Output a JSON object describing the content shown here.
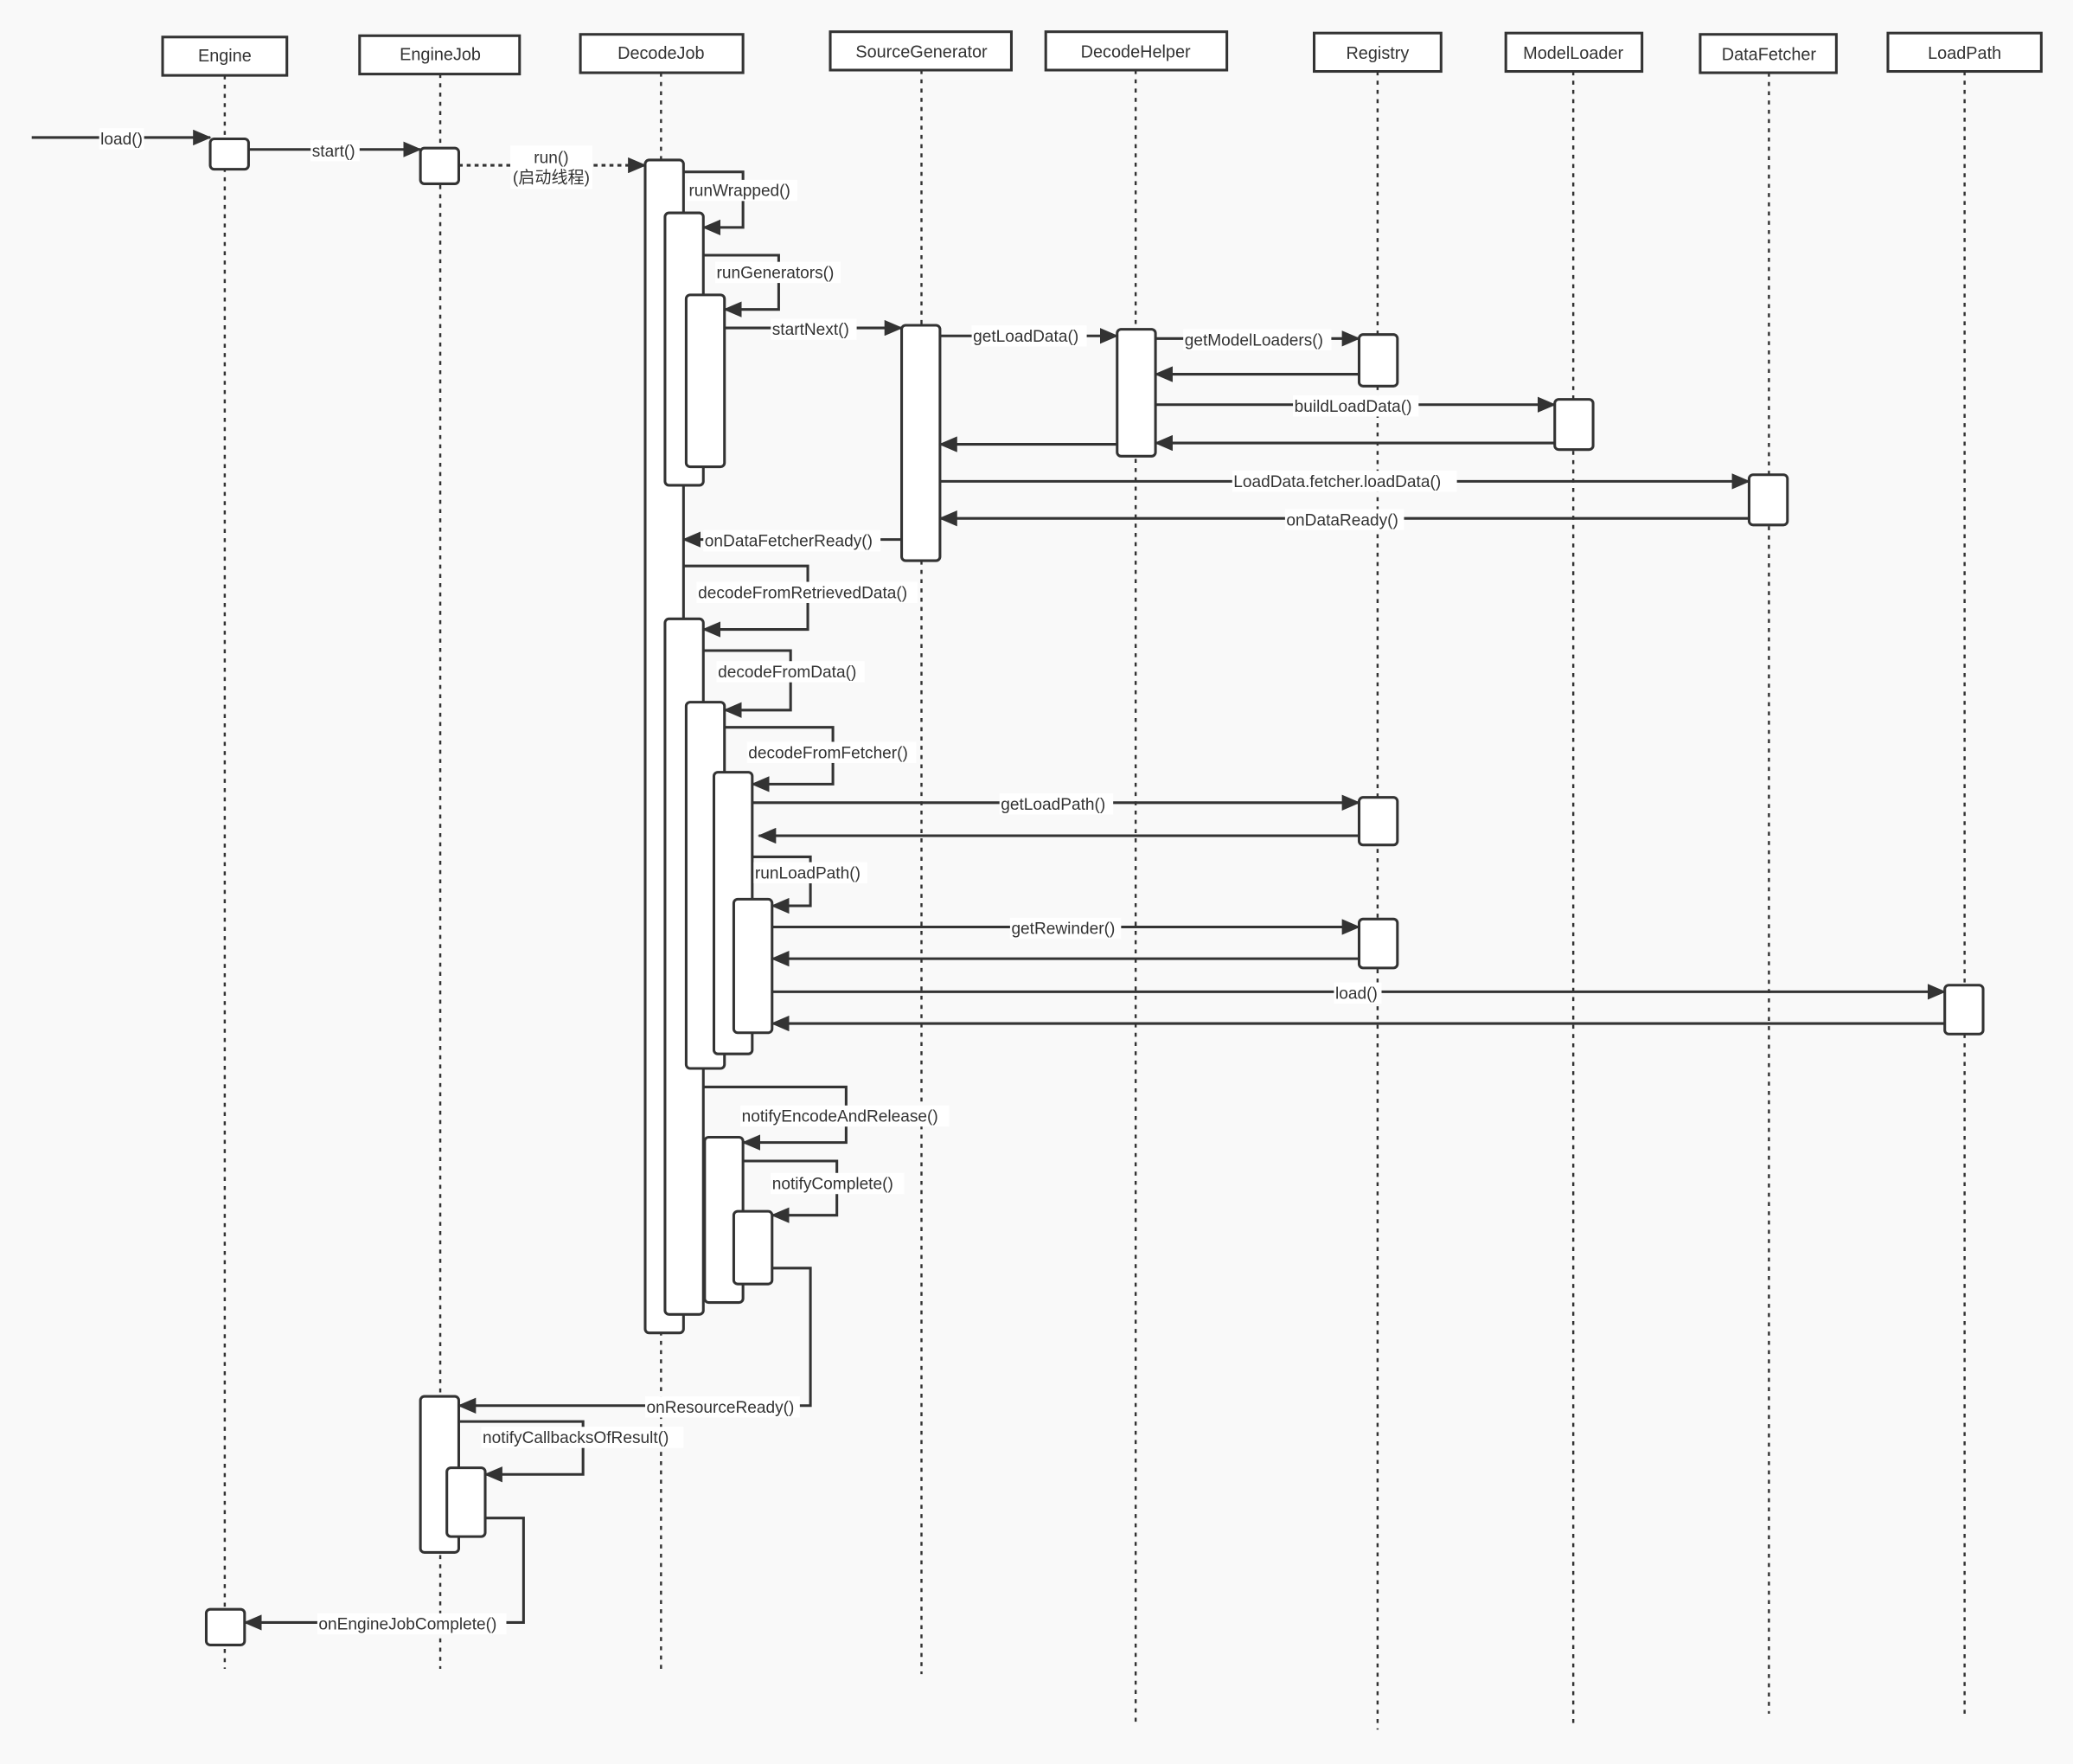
{
  "diagram": {
    "type": "sequence-diagram",
    "participants": [
      {
        "id": "engine",
        "label": "Engine"
      },
      {
        "id": "enginejob",
        "label": "EngineJob"
      },
      {
        "id": "decodejob",
        "label": "DecodeJob"
      },
      {
        "id": "sourcegenerator",
        "label": "SourceGenerator"
      },
      {
        "id": "decodehelper",
        "label": "DecodeHelper"
      },
      {
        "id": "registry",
        "label": "Registry"
      },
      {
        "id": "modelloader",
        "label": "ModelLoader"
      },
      {
        "id": "datafetcher",
        "label": "DataFetcher"
      },
      {
        "id": "loadpath",
        "label": "LoadPath"
      }
    ],
    "messages": [
      {
        "id": "m1",
        "from": "external",
        "to": "engine",
        "label": "load()",
        "style": "solid"
      },
      {
        "id": "m2",
        "from": "engine",
        "to": "enginejob",
        "label": "start()",
        "style": "solid"
      },
      {
        "id": "m3",
        "from": "enginejob",
        "to": "decodejob",
        "label": "run()",
        "label2": "(启动线程)",
        "style": "dotted"
      },
      {
        "id": "m4",
        "from": "decodejob",
        "to": "decodejob",
        "label": "runWrapped()",
        "style": "self"
      },
      {
        "id": "m5",
        "from": "decodejob",
        "to": "decodejob",
        "label": "runGenerators()",
        "style": "self"
      },
      {
        "id": "m6",
        "from": "decodejob",
        "to": "sourcegenerator",
        "label": "startNext()",
        "style": "solid"
      },
      {
        "id": "m7",
        "from": "sourcegenerator",
        "to": "decodehelper",
        "label": "getLoadData()",
        "style": "solid"
      },
      {
        "id": "m8",
        "from": "decodehelper",
        "to": "registry",
        "label": "getModelLoaders()",
        "style": "solid"
      },
      {
        "id": "m9",
        "from": "registry",
        "to": "decodehelper",
        "label": "",
        "style": "return"
      },
      {
        "id": "m10",
        "from": "decodehelper",
        "to": "modelloader",
        "label": "buildLoadData()",
        "style": "solid"
      },
      {
        "id": "m11",
        "from": "modelloader",
        "to": "decodehelper",
        "label": "",
        "style": "return"
      },
      {
        "id": "m12",
        "from": "decodehelper",
        "to": "sourcegenerator",
        "label": "",
        "style": "return"
      },
      {
        "id": "m13",
        "from": "sourcegenerator",
        "to": "datafetcher",
        "label": "LoadData.fetcher.loadData()",
        "style": "solid"
      },
      {
        "id": "m14",
        "from": "datafetcher",
        "to": "sourcegenerator",
        "label": "onDataReady()",
        "style": "return"
      },
      {
        "id": "m15",
        "from": "sourcegenerator",
        "to": "decodejob",
        "label": "onDataFetcherReady()",
        "style": "return"
      },
      {
        "id": "m16",
        "from": "decodejob",
        "to": "decodejob",
        "label": "decodeFromRetrievedData()",
        "style": "self"
      },
      {
        "id": "m17",
        "from": "decodejob",
        "to": "decodejob",
        "label": "decodeFromData()",
        "style": "self"
      },
      {
        "id": "m18",
        "from": "decodejob",
        "to": "decodejob",
        "label": "decodeFromFetcher()",
        "style": "self"
      },
      {
        "id": "m19",
        "from": "decodejob",
        "to": "registry",
        "label": "getLoadPath()",
        "style": "solid"
      },
      {
        "id": "m20",
        "from": "registry",
        "to": "decodejob",
        "label": "",
        "style": "return"
      },
      {
        "id": "m21",
        "from": "decodejob",
        "to": "decodejob",
        "label": "runLoadPath()",
        "style": "self"
      },
      {
        "id": "m22",
        "from": "decodejob",
        "to": "registry",
        "label": "getRewinder()",
        "style": "solid"
      },
      {
        "id": "m23",
        "from": "registry",
        "to": "decodejob",
        "label": "",
        "style": "return"
      },
      {
        "id": "m24",
        "from": "decodejob",
        "to": "loadpath",
        "label": "load()",
        "style": "solid"
      },
      {
        "id": "m25",
        "from": "loadpath",
        "to": "decodejob",
        "label": "",
        "style": "return"
      },
      {
        "id": "m26",
        "from": "decodejob",
        "to": "decodejob",
        "label": "notifyEncodeAndRelease()",
        "style": "self"
      },
      {
        "id": "m27",
        "from": "decodejob",
        "to": "decodejob",
        "label": "notifyComplete()",
        "style": "self"
      },
      {
        "id": "m28",
        "from": "decodejob",
        "to": "enginejob",
        "label": "onResourceReady()",
        "style": "solid"
      },
      {
        "id": "m29",
        "from": "enginejob",
        "to": "enginejob",
        "label": "notifyCallbacksOfResult()",
        "style": "self"
      },
      {
        "id": "m30",
        "from": "enginejob",
        "to": "engine",
        "label": "onEngineJobComplete()",
        "style": "solid"
      }
    ]
  },
  "colors": {
    "background": "#f9f9f9",
    "line": "#333333",
    "box_fill": "#ffffff"
  }
}
